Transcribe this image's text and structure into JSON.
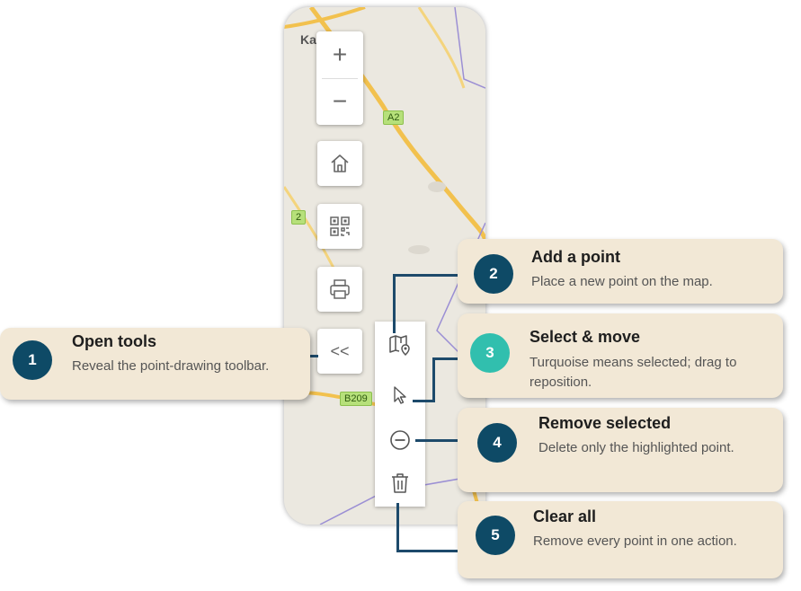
{
  "map": {
    "place_label": "Ka",
    "road_badges": [
      "A2",
      "2",
      "B209"
    ]
  },
  "controls": {
    "zoom_in": "+",
    "zoom_out": "−",
    "expand_label": "<<"
  },
  "callouts": [
    {
      "number": "1",
      "title": "Open tools",
      "description": "Reveal the point-drawing toolbar."
    },
    {
      "number": "2",
      "title": "Add a point",
      "description": "Place a new point on the map."
    },
    {
      "number": "3",
      "title": "Select & move",
      "description": "Turquoise means selected; drag to reposition."
    },
    {
      "number": "4",
      "title": "Remove selected",
      "description": "Delete only the highlighted point."
    },
    {
      "number": "5",
      "title": "Clear all",
      "description": "Remove every point in one action."
    }
  ],
  "colors": {
    "badge_dark": "#0e4a66",
    "badge_selected": "#31bfae",
    "callout_bg": "#f2e8d6",
    "connector": "#1d4a6b",
    "road": "#f2c14e"
  },
  "icons": [
    "home-icon",
    "qr-code-icon",
    "print-icon",
    "add-point-icon",
    "cursor-icon",
    "remove-selected-icon",
    "trash-icon"
  ]
}
